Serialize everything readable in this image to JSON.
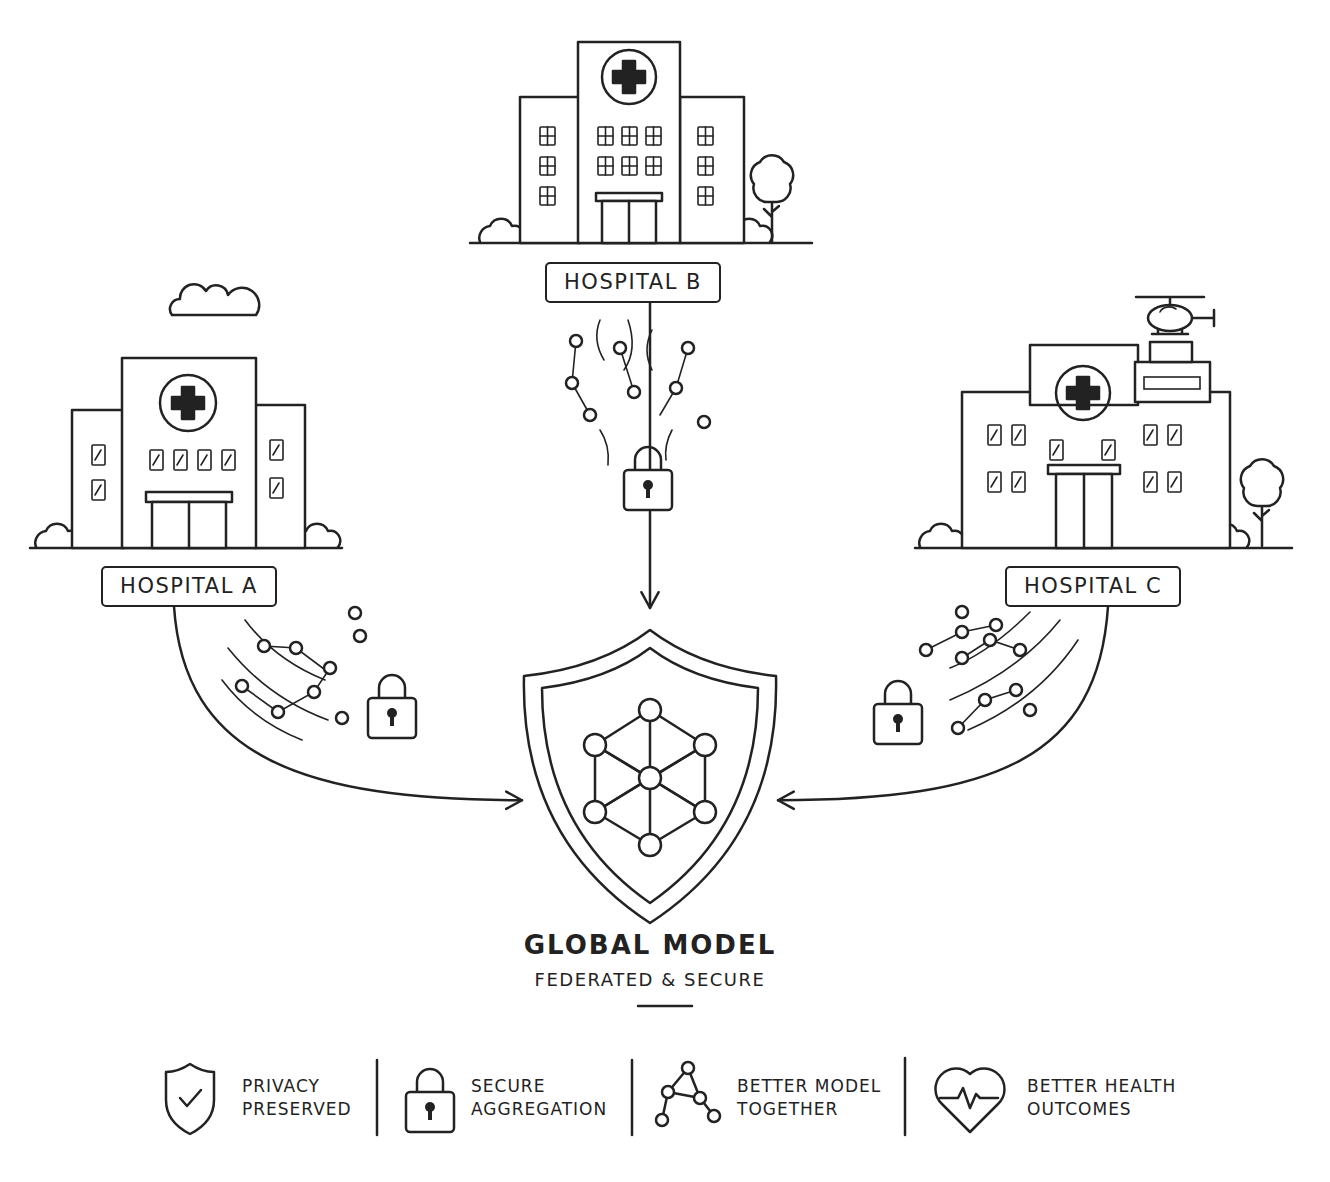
{
  "diagram": {
    "nodes": [
      {
        "text": [
          "HOSPITAL B"
        ]
      },
      {
        "text": [
          "HOSPITAL A"
        ]
      },
      {
        "text": [
          "HOSPITAL C"
        ]
      },
      {
        "text": [
          "GLOBAL MODEL",
          "FEDERATED & SECURE"
        ]
      }
    ],
    "edges": [
      {
        "from": 1,
        "to": 3,
        "arrow": "to"
      },
      {
        "from": 0,
        "to": 3,
        "arrow": "to"
      },
      {
        "from": 2,
        "to": 3,
        "arrow": "to"
      }
    ],
    "legend": [
      {
        "text": "PRIVACY PRESERVED"
      },
      {
        "text": "SECURE AGGREGATION"
      },
      {
        "text": "BETTER MODEL TOGETHER"
      },
      {
        "text": "BETTER HEALTH OUTCOMES"
      }
    ]
  }
}
